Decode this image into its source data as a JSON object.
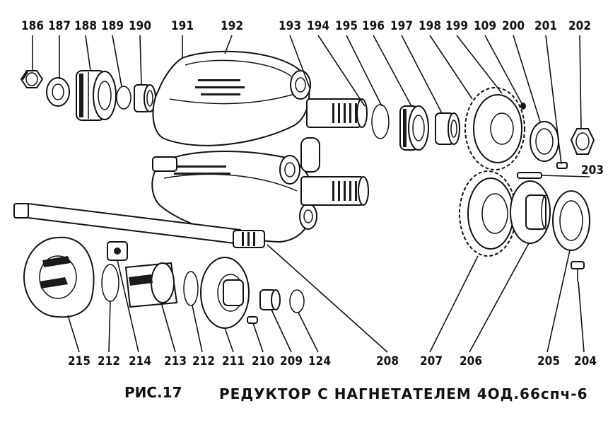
{
  "top_labels": [
    "186",
    "187",
    "188",
    "189",
    "190",
    "191",
    "192",
    "193",
    "194",
    "195",
    "196",
    "197",
    "198",
    "199",
    "109",
    "200",
    "201",
    "202"
  ],
  "side_label": "203",
  "bottom_labels": [
    "215",
    "212",
    "214",
    "213",
    "212",
    "211",
    "210",
    "209",
    "124",
    "208",
    "207",
    "206",
    "205",
    "204"
  ],
  "caption": {
    "figure": "РИС.17",
    "title": "РЕДУКТОР С НАГНЕТАТЕЛЕМ 4ОД.66спч-6"
  }
}
